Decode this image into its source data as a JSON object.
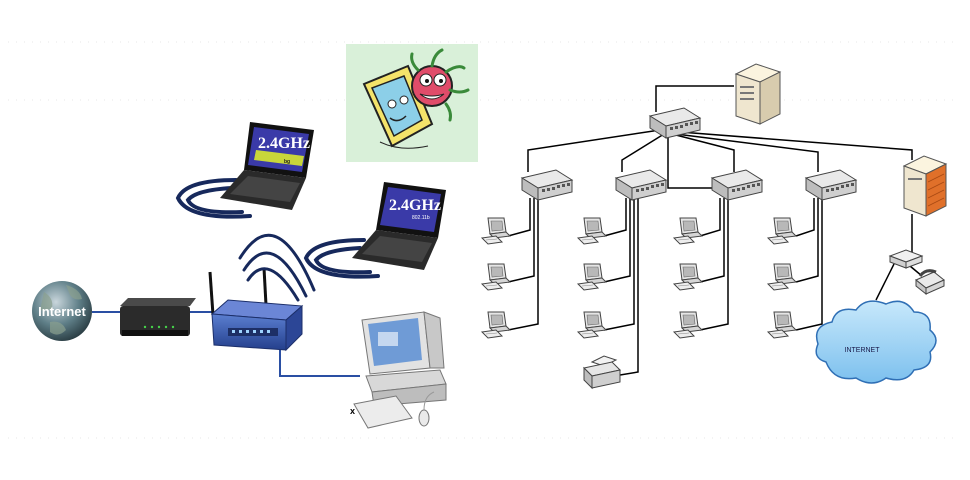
{
  "left_diagram": {
    "internet_label": "Internet",
    "laptop1_band": "2.4GHz",
    "laptop1_sub": "bg",
    "laptop2_band": "2.4GHz",
    "laptop2_sub": "802.11b",
    "desktop_mark": "x"
  },
  "right_diagram": {
    "cloud_label": "INTERNET"
  },
  "colors": {
    "wire_left": "#2a4fa3",
    "wire_right": "#000000",
    "router_body": "#3a5fb5",
    "cloud_fill": "#9fd3f5",
    "server_fill": "#efe6cf",
    "firewall_accent": "#e0702a",
    "virus_bg": "#d9f0d9"
  },
  "icons": [
    "globe-icon",
    "modem-icon",
    "router-icon",
    "laptop-icon",
    "desktop-icon",
    "virus-icon",
    "server-icon",
    "switch-icon",
    "workstation-icon",
    "printer-icon",
    "firewall-icon",
    "phone-icon",
    "cloud-icon"
  ]
}
